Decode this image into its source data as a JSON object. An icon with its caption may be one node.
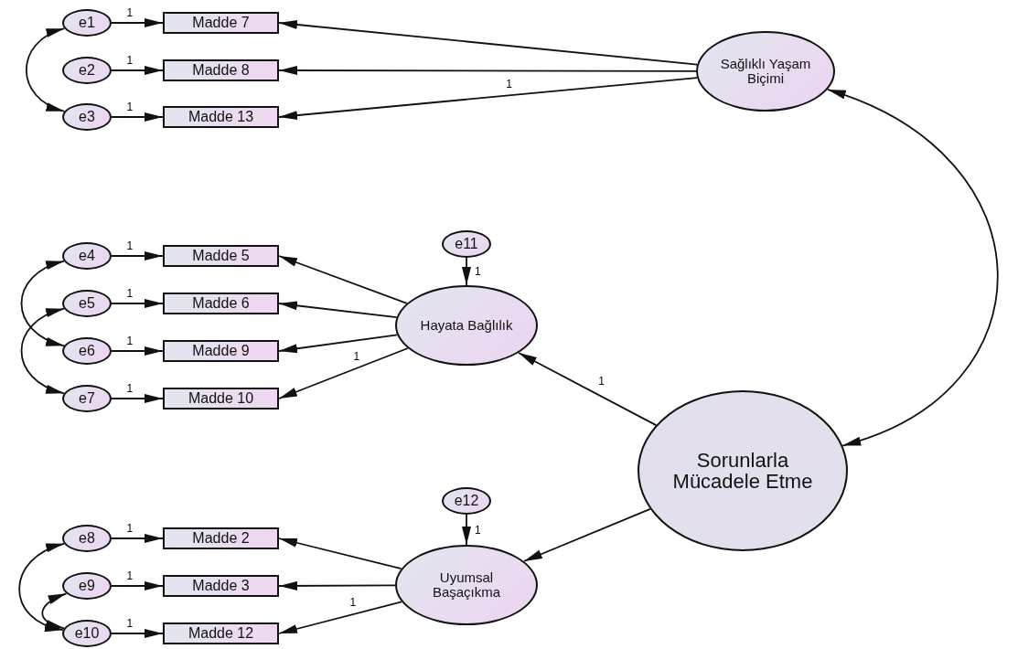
{
  "diagram": {
    "nodes": [
      {
        "text": [
          "e1"
        ]
      },
      {
        "text": [
          "Madde 7"
        ]
      },
      {
        "text": [
          "e2"
        ]
      },
      {
        "text": [
          "Madde 8"
        ]
      },
      {
        "text": [
          "e3"
        ]
      },
      {
        "text": [
          "Madde 13"
        ]
      },
      {
        "text": [
          "Sağlıklı Yaşam Biçimi"
        ]
      },
      {
        "text": [
          "e11"
        ]
      },
      {
        "text": [
          "e4"
        ]
      },
      {
        "text": [
          "Madde 5"
        ]
      },
      {
        "text": [
          "e5"
        ]
      },
      {
        "text": [
          "Madde 6"
        ]
      },
      {
        "text": [
          "Hayata Bağlılık"
        ]
      },
      {
        "text": [
          "e6"
        ]
      },
      {
        "text": [
          "Madde 9"
        ]
      },
      {
        "text": [
          "e7"
        ]
      },
      {
        "text": [
          "Madde 10"
        ]
      },
      {
        "text": [
          "Sorunlarla Mücadele Etme"
        ]
      },
      {
        "text": [
          "e12"
        ]
      },
      {
        "text": [
          "e8"
        ]
      },
      {
        "text": [
          "Madde 2"
        ]
      },
      {
        "text": [
          "e9"
        ]
      },
      {
        "text": [
          "Madde 3"
        ]
      },
      {
        "text": [
          "Uyumsal Başaçıkma"
        ]
      },
      {
        "text": [
          "e10"
        ]
      },
      {
        "text": [
          "Madde 12"
        ]
      }
    ],
    "edges": [
      {
        "from": 0,
        "to": 1,
        "arrow": "to",
        "label": "1"
      },
      {
        "from": 2,
        "to": 3,
        "arrow": "to",
        "label": "1"
      },
      {
        "from": 4,
        "to": 5,
        "arrow": "to",
        "label": "1"
      },
      {
        "from": 6,
        "to": 1,
        "arrow": "to"
      },
      {
        "from": 6,
        "to": 3,
        "arrow": "to"
      },
      {
        "from": 6,
        "to": 5,
        "arrow": "to",
        "label": "1"
      },
      {
        "from": 8,
        "to": 9,
        "arrow": "to",
        "label": "1"
      },
      {
        "from": 10,
        "to": 11,
        "arrow": "to",
        "label": "1"
      },
      {
        "from": 13,
        "to": 14,
        "arrow": "to",
        "label": "1"
      },
      {
        "from": 15,
        "to": 16,
        "arrow": "to",
        "label": "1"
      },
      {
        "from": 7,
        "to": 12,
        "arrow": "to",
        "label": "1"
      },
      {
        "from": 12,
        "to": 9,
        "arrow": "to"
      },
      {
        "from": 12,
        "to": 11,
        "arrow": "to"
      },
      {
        "from": 12,
        "to": 14,
        "arrow": "to"
      },
      {
        "from": 12,
        "to": 16,
        "arrow": "to",
        "label": "1"
      },
      {
        "from": 17,
        "to": 12,
        "arrow": "to",
        "label": "1"
      },
      {
        "from": 19,
        "to": 20,
        "arrow": "to",
        "label": "1"
      },
      {
        "from": 21,
        "to": 22,
        "arrow": "to",
        "label": "1"
      },
      {
        "from": 24,
        "to": 25,
        "arrow": "to",
        "label": "1"
      },
      {
        "from": 18,
        "to": 23,
        "arrow": "to",
        "label": "1"
      },
      {
        "from": 23,
        "to": 20,
        "arrow": "to"
      },
      {
        "from": 23,
        "to": 22,
        "arrow": "to"
      },
      {
        "from": 23,
        "to": 25,
        "arrow": "to",
        "label": "1"
      },
      {
        "from": 17,
        "to": 23,
        "arrow": "to"
      },
      {
        "from": 0,
        "to": 4,
        "arrow": "both"
      },
      {
        "from": 8,
        "to": 13,
        "arrow": "both"
      },
      {
        "from": 10,
        "to": 15,
        "arrow": "both"
      },
      {
        "from": 19,
        "to": 24,
        "arrow": "both"
      },
      {
        "from": 21,
        "to": 24,
        "arrow": "both"
      },
      {
        "from": 6,
        "to": 17,
        "arrow": "both"
      }
    ]
  }
}
